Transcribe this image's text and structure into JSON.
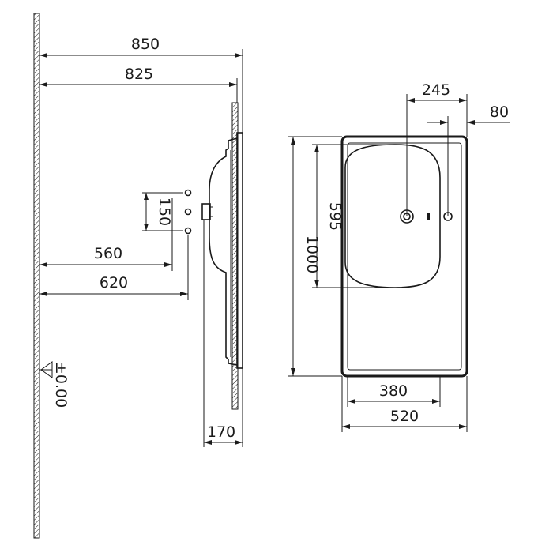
{
  "side_view": {
    "dim_850": "850",
    "dim_825": "825",
    "dim_150": "150",
    "dim_560": "560",
    "dim_620": "620",
    "dim_170": "170",
    "floor_level": "±0.00"
  },
  "top_view": {
    "dim_245": "245",
    "dim_80": "80",
    "dim_595": "595",
    "dim_1000": "1000",
    "dim_380": "380",
    "dim_520": "520"
  },
  "colors": {
    "line": "#1a1a1a",
    "background": "#ffffff"
  }
}
